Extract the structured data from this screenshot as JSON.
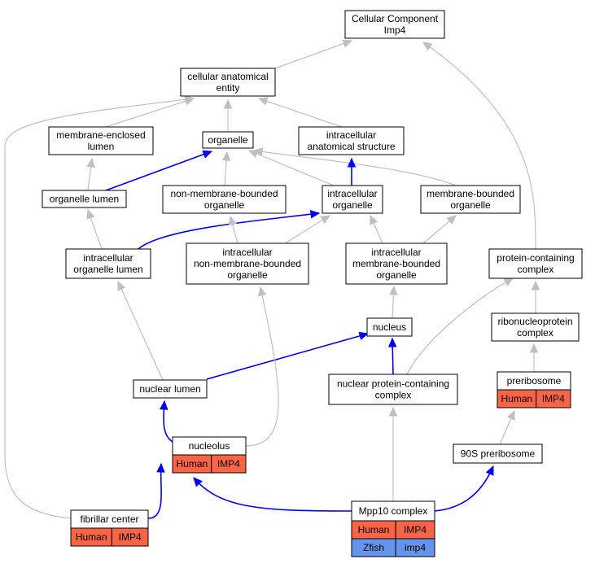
{
  "colors": {
    "edge_default": "#c0c0c0",
    "edge_highlight": "#0000ff",
    "human": "#fa6446",
    "zfish": "#6495ed",
    "node_fill": "#ffffff",
    "node_stroke": "#000000"
  },
  "nodes": {
    "cellular_component": {
      "lines": [
        "Cellular Component",
        "Imp4"
      ]
    },
    "cellular_anatomical_entity": {
      "lines": [
        "cellular anatomical",
        "entity"
      ]
    },
    "membrane_enclosed_lumen": {
      "lines": [
        "membrane-enclosed",
        "lumen"
      ]
    },
    "organelle": {
      "lines": [
        "organelle"
      ]
    },
    "intracellular_anatomical_structure": {
      "lines": [
        "intracellular",
        "anatomical structure"
      ]
    },
    "organelle_lumen": {
      "lines": [
        "organelle lumen"
      ]
    },
    "non_membrane_bounded_organelle": {
      "lines": [
        "non-membrane-bounded",
        "organelle"
      ]
    },
    "intracellular_organelle": {
      "lines": [
        "intracellular",
        "organelle"
      ]
    },
    "membrane_bounded_organelle": {
      "lines": [
        "membrane-bounded",
        "organelle"
      ]
    },
    "intracellular_organelle_lumen": {
      "lines": [
        "intracellular",
        "organelle lumen"
      ]
    },
    "intracellular_non_membrane_bounded_organelle": {
      "lines": [
        "intracellular",
        "non-membrane-bounded",
        "organelle"
      ]
    },
    "intracellular_membrane_bounded_organelle": {
      "lines": [
        "intracellular",
        "membrane-bounded",
        "organelle"
      ]
    },
    "protein_containing_complex": {
      "lines": [
        "protein-containing",
        "complex"
      ]
    },
    "nucleus": {
      "lines": [
        "nucleus"
      ]
    },
    "ribonucleoprotein_complex": {
      "lines": [
        "ribonucleoprotein",
        "complex"
      ]
    },
    "nuclear_lumen": {
      "lines": [
        "nuclear lumen"
      ]
    },
    "nuclear_protein_containing_complex": {
      "lines": [
        "nuclear protein-containing",
        "complex"
      ]
    },
    "preribosome": {
      "lines": [
        "preribosome"
      ],
      "annotations": [
        {
          "species": "Human",
          "gene": "IMP4"
        }
      ]
    },
    "nucleolus": {
      "lines": [
        "nucleolus"
      ],
      "annotations": [
        {
          "species": "Human",
          "gene": "IMP4"
        }
      ]
    },
    "preribosome_90s": {
      "lines": [
        "90S preribosome"
      ]
    },
    "fibrillar_center": {
      "lines": [
        "fibrillar center"
      ],
      "annotations": [
        {
          "species": "Human",
          "gene": "IMP4"
        }
      ]
    },
    "mpp10_complex": {
      "lines": [
        "Mpp10 complex"
      ],
      "annotations": [
        {
          "species": "Human",
          "gene": "IMP4"
        },
        {
          "species": "Zfish",
          "gene": "imp4"
        }
      ]
    }
  },
  "edges": [
    {
      "from": "cellular_anatomical_entity",
      "to": "cellular_component",
      "highlight": false
    },
    {
      "from": "protein_containing_complex",
      "to": "cellular_component",
      "highlight": false
    },
    {
      "from": "membrane_enclosed_lumen",
      "to": "cellular_anatomical_entity",
      "highlight": false
    },
    {
      "from": "organelle",
      "to": "cellular_anatomical_entity",
      "highlight": false
    },
    {
      "from": "intracellular_anatomical_structure",
      "to": "cellular_anatomical_entity",
      "highlight": false
    },
    {
      "from": "fibrillar_center",
      "to": "cellular_anatomical_entity",
      "highlight": false
    },
    {
      "from": "organelle_lumen",
      "to": "membrane_enclosed_lumen",
      "highlight": false
    },
    {
      "from": "organelle_lumen",
      "to": "organelle",
      "highlight": true
    },
    {
      "from": "non_membrane_bounded_organelle",
      "to": "organelle",
      "highlight": false
    },
    {
      "from": "intracellular_organelle",
      "to": "organelle",
      "highlight": false
    },
    {
      "from": "membrane_bounded_organelle",
      "to": "organelle",
      "highlight": false
    },
    {
      "from": "intracellular_organelle",
      "to": "intracellular_anatomical_structure",
      "highlight": true
    },
    {
      "from": "intracellular_organelle_lumen",
      "to": "organelle_lumen",
      "highlight": false
    },
    {
      "from": "intracellular_organelle_lumen",
      "to": "intracellular_organelle",
      "highlight": true
    },
    {
      "from": "intracellular_non_membrane_bounded_organelle",
      "to": "non_membrane_bounded_organelle",
      "highlight": false
    },
    {
      "from": "intracellular_non_membrane_bounded_organelle",
      "to": "intracellular_organelle",
      "highlight": false
    },
    {
      "from": "intracellular_membrane_bounded_organelle",
      "to": "intracellular_organelle",
      "highlight": false
    },
    {
      "from": "intracellular_membrane_bounded_organelle",
      "to": "membrane_bounded_organelle",
      "highlight": false
    },
    {
      "from": "nucleus",
      "to": "intracellular_membrane_bounded_organelle",
      "highlight": false
    },
    {
      "from": "nuclear_lumen",
      "to": "intracellular_organelle_lumen",
      "highlight": false
    },
    {
      "from": "nuclear_lumen",
      "to": "nucleus",
      "highlight": true
    },
    {
      "from": "nuclear_protein_containing_complex",
      "to": "nucleus",
      "highlight": true
    },
    {
      "from": "nuclear_protein_containing_complex",
      "to": "protein_containing_complex",
      "highlight": false
    },
    {
      "from": "ribonucleoprotein_complex",
      "to": "protein_containing_complex",
      "highlight": false
    },
    {
      "from": "preribosome",
      "to": "ribonucleoprotein_complex",
      "highlight": false
    },
    {
      "from": "nucleolus",
      "to": "nuclear_lumen",
      "highlight": true
    },
    {
      "from": "nucleolus",
      "to": "intracellular_non_membrane_bounded_organelle",
      "highlight": false
    },
    {
      "from": "preribosome_90s",
      "to": "preribosome",
      "highlight": false
    },
    {
      "from": "fibrillar_center",
      "to": "nucleolus",
      "highlight": true
    },
    {
      "from": "mpp10_complex",
      "to": "nucleolus",
      "highlight": true
    },
    {
      "from": "mpp10_complex",
      "to": "nuclear_protein_containing_complex",
      "highlight": false
    },
    {
      "from": "mpp10_complex",
      "to": "preribosome_90s",
      "highlight": true
    }
  ]
}
